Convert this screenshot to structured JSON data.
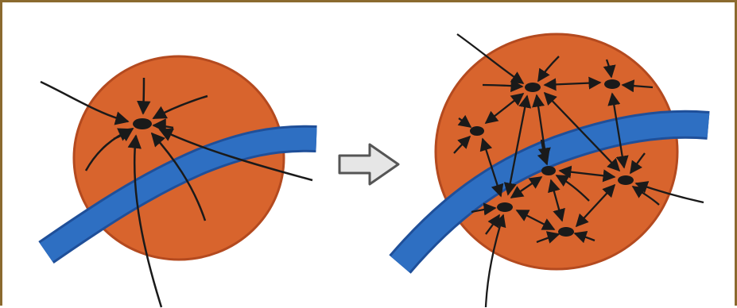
{
  "figure": {
    "kind": "illustration",
    "panels": [
      {
        "id": "before",
        "hub_count": 1
      },
      {
        "id": "after",
        "hub_count": 7
      }
    ],
    "colors": {
      "frame": "#8b6a2f",
      "sphere_fill": "#d8642d",
      "sphere_edge": "#b44a1f",
      "vessel": "#2e6fc2",
      "vessel_edge": "#1f4f99",
      "line": "#1a1a1a",
      "arrow_fill": "#e6e6e6",
      "arrow_edge": "#555555"
    },
    "icons": [
      "right-arrow-icon"
    ]
  }
}
